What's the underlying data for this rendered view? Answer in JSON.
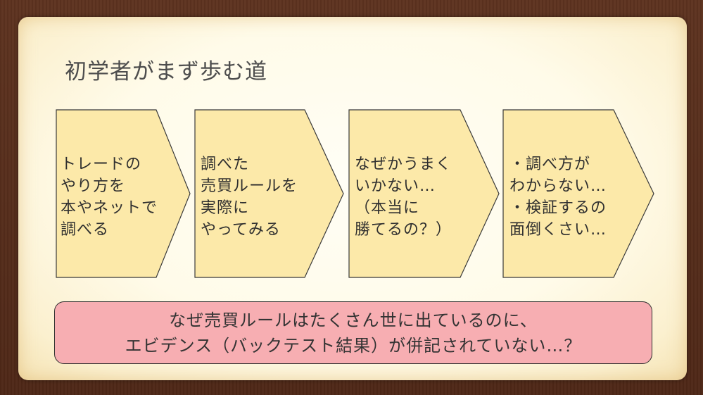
{
  "slide": {
    "title": "初学者がまず歩む道",
    "steps": [
      {
        "text": "トレードの\nやり方を\n本やネットで\n調べる"
      },
      {
        "text": "調べた\n売買ルールを\n実際に\nやってみる"
      },
      {
        "text": "なぜかうまく\nいかない…\n（本当に\n勝てるの？）"
      },
      {
        "text": "・調べ方が\nわからない…\n・検証するの\n面倒くさい…"
      }
    ],
    "banner": {
      "text": "なぜ売買ルールはたくさん世に出ているのに、\nエビデンス（バックテスト結果）が併記されていない…？"
    }
  },
  "colors": {
    "frame": "#5a2f1c",
    "slide_background": "#fffbe9",
    "chevron_fill": "#fce9a9",
    "banner_fill": "#f7aeb2",
    "text": "#2f2f2f",
    "title": "#4d4d4d"
  }
}
